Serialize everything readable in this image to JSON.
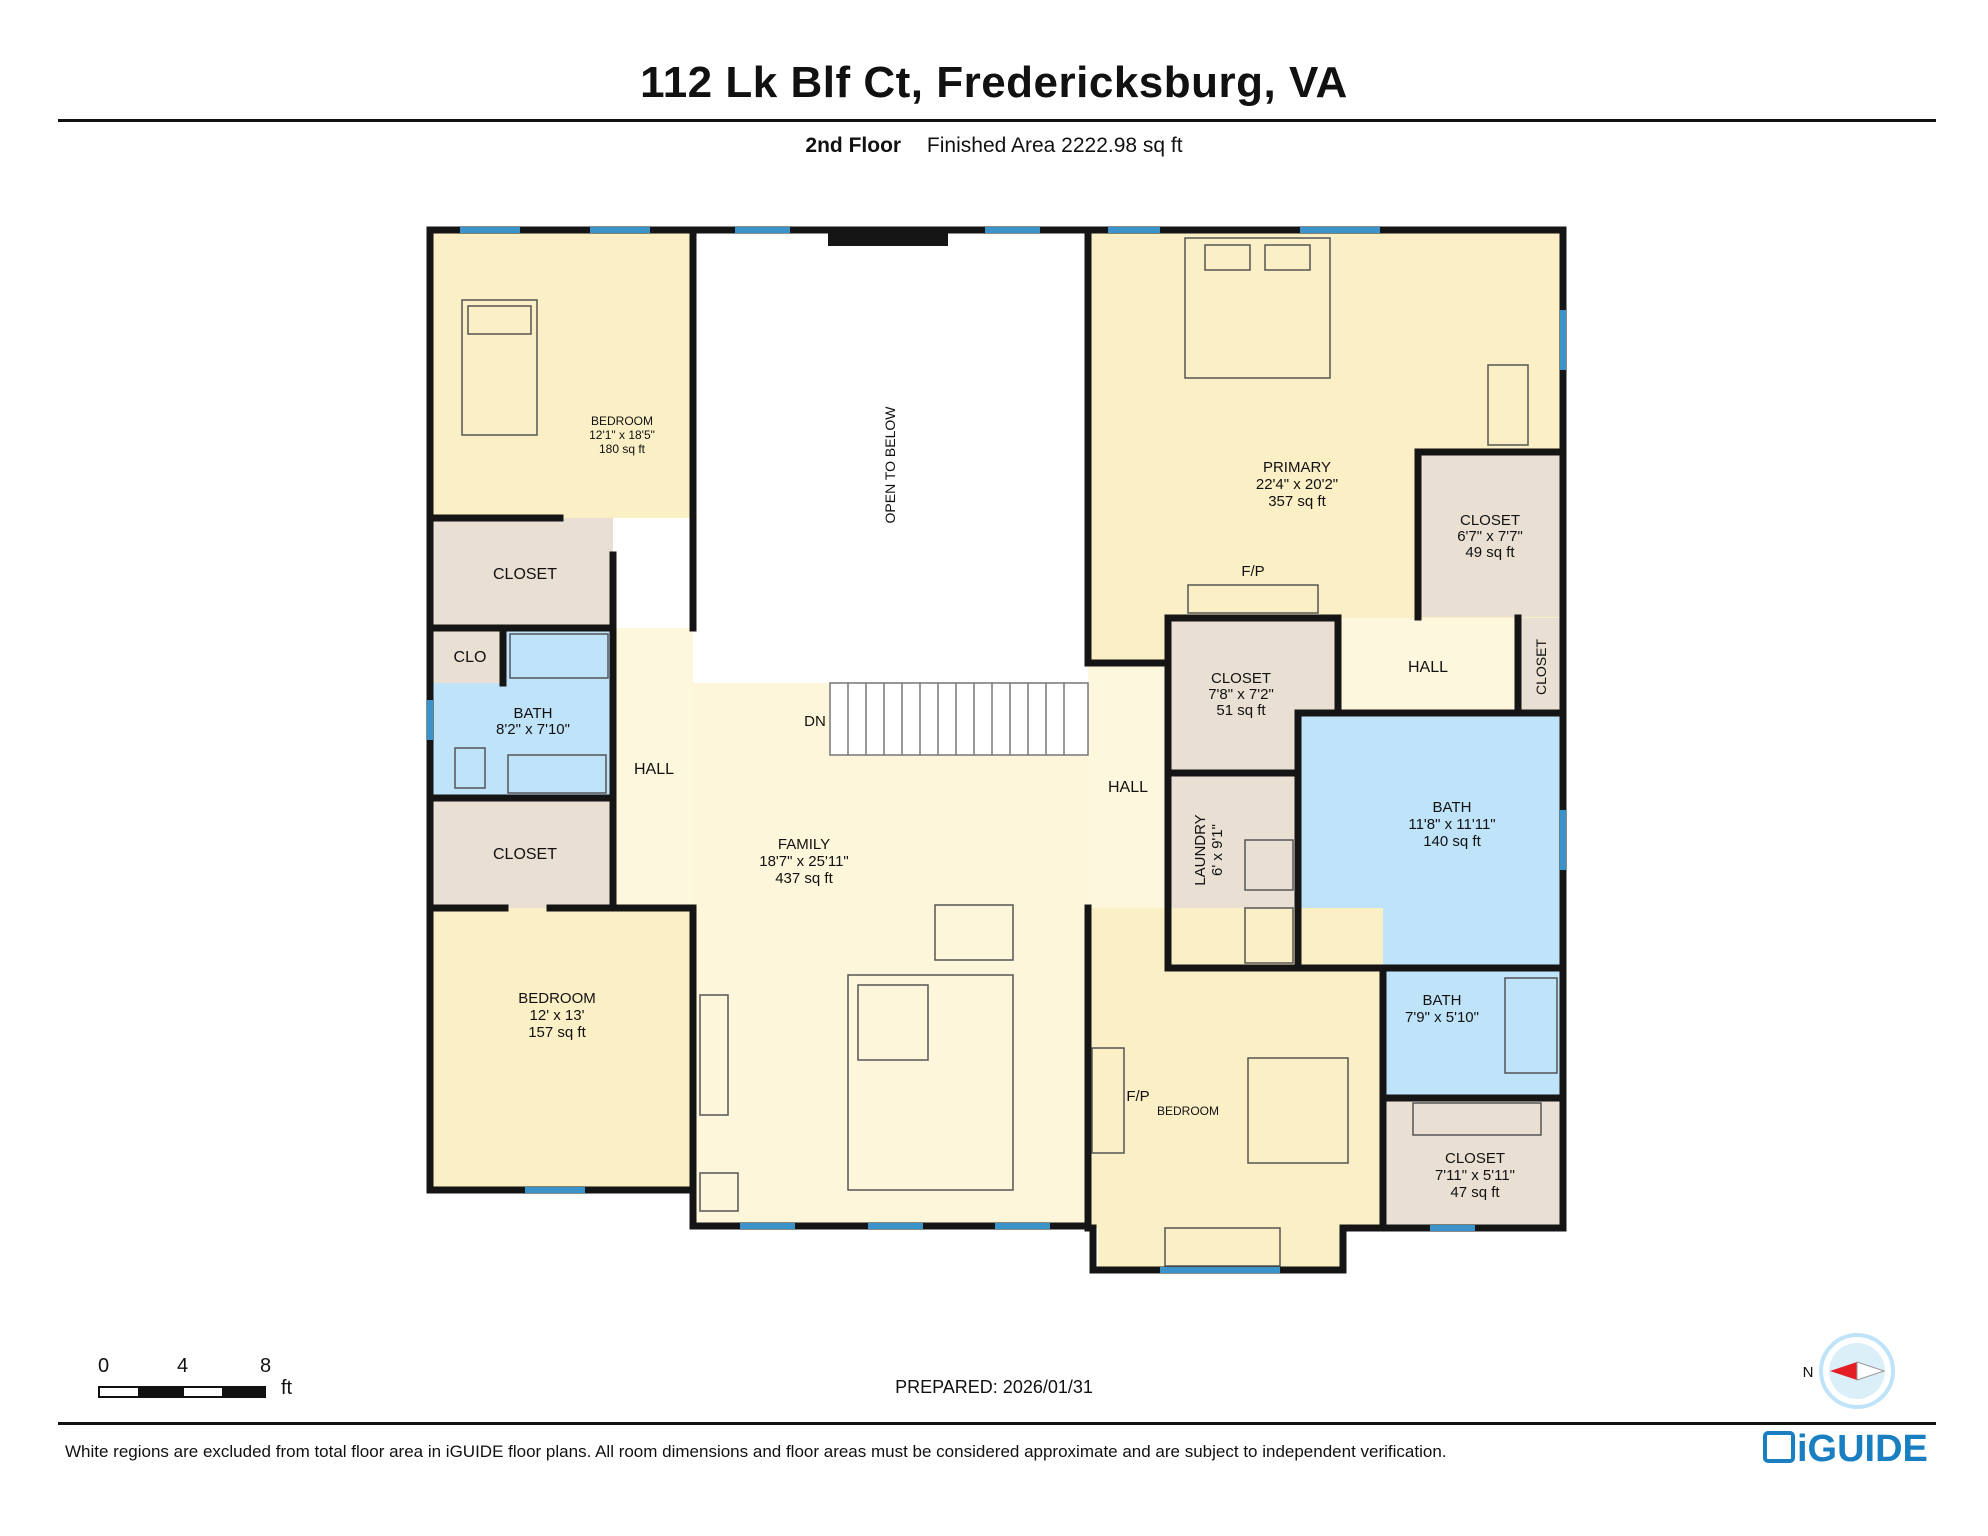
{
  "header": {
    "address": "112 Lk Blf Ct, Fredericksburg, VA",
    "floor": "2nd Floor",
    "area": "Finished Area 2222.98 sq ft"
  },
  "rooms": {
    "bedroom_nw": {
      "name": "BEDROOM",
      "dims": "12'1\" x 18'5\"",
      "area": "180 sq ft"
    },
    "open_below": {
      "name": "OPEN TO BELOW"
    },
    "primary": {
      "name": "PRIMARY",
      "dims": "22'4\" x 20'2\"",
      "area": "357 sq ft"
    },
    "closet_primary": {
      "name": "CLOSET",
      "dims": "6'7\" x 7'7\"",
      "area": "49 sq ft"
    },
    "fp_primary": {
      "name": "F/P"
    },
    "closet_nw": {
      "name": "CLOSET"
    },
    "clo": {
      "name": "CLO"
    },
    "bath_w": {
      "name": "BATH",
      "dims": "8'2\" x 7'10\""
    },
    "hall_w": {
      "name": "HALL"
    },
    "closet_w": {
      "name": "CLOSET"
    },
    "dn": {
      "name": "DN"
    },
    "family": {
      "name": "FAMILY",
      "dims": "18'7\" x 25'11\"",
      "area": "437 sq ft"
    },
    "hall_c": {
      "name": "HALL"
    },
    "closet_c": {
      "name": "CLOSET",
      "dims": "7'8\" x 7'2\"",
      "area": "51 sq ft"
    },
    "hall_e": {
      "name": "HALL"
    },
    "closet_e": {
      "name": "CLOSET"
    },
    "laundry": {
      "name": "LAUNDRY",
      "dims": "6' x 9'1\""
    },
    "bath_primary": {
      "name": "BATH",
      "dims": "11'8\" x 11'11\"",
      "area": "140 sq ft"
    },
    "bedroom_sw": {
      "name": "BEDROOM",
      "dims": "12' x 13'",
      "area": "157 sq ft"
    },
    "bath_se": {
      "name": "BATH",
      "dims": "7'9\" x 5'10\""
    },
    "bedroom_se": {
      "name": "BEDROOM"
    },
    "fp_se": {
      "name": "F/P"
    },
    "closet_se": {
      "name": "CLOSET",
      "dims": "7'11\" x 5'11\"",
      "area": "47 sq ft"
    }
  },
  "scale": {
    "t0": "0",
    "t4": "4",
    "t8": "8",
    "unit": "ft"
  },
  "prepared": "PREPARED: 2026/01/31",
  "compass": {
    "label": "N"
  },
  "footer": {
    "disclaimer": "White regions are excluded from total floor area in iGUIDE floor plans. All room dimensions and floor areas must be considered approximate and are subject to independent verification.",
    "logo": "iGUIDE"
  },
  "colors": {
    "bedroom": "#fbefc5",
    "closet": "#e9e0d3",
    "bath": "#bfe3f8",
    "hall": "#fdf7dd",
    "family": "#fdf6da",
    "wall": "#151515",
    "window": "#3a93c9"
  }
}
